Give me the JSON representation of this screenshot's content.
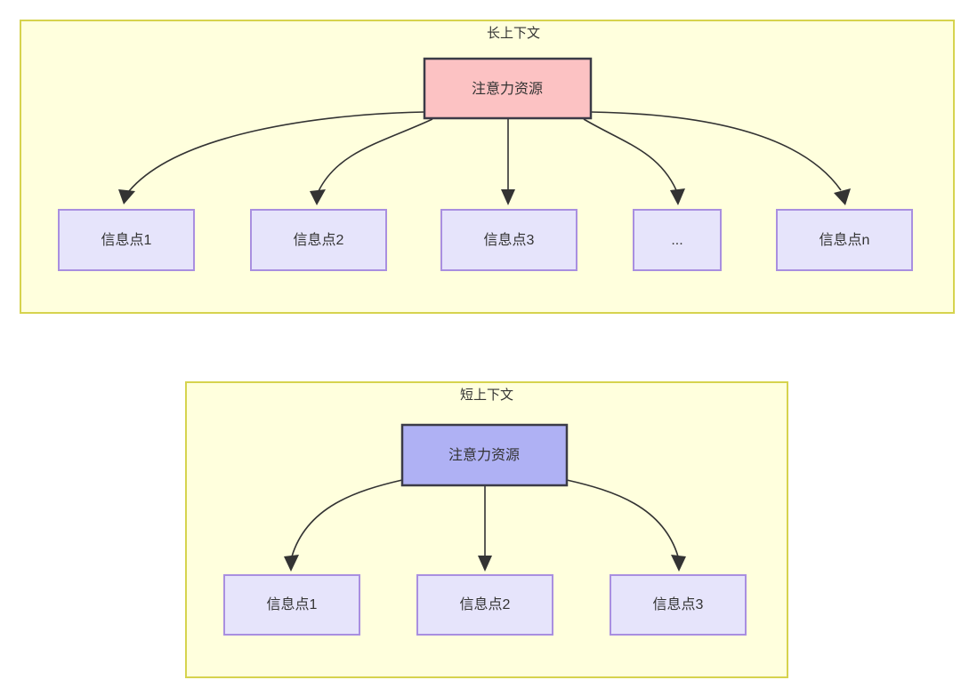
{
  "diagram": {
    "title_long": "长上下文",
    "title_short": "短上下文",
    "panels": [
      {
        "id": "long-context",
        "title": "长上下文",
        "root_label": "注意力资源",
        "root_fill": "#fcc2c3",
        "root_stroke": "#3b3b47",
        "panel_fill": "#ffffdd",
        "panel_stroke": "#d6d34e",
        "leaves": [
          {
            "label": "信息点1"
          },
          {
            "label": "信息点2"
          },
          {
            "label": "信息点3"
          },
          {
            "label": "..."
          },
          {
            "label": "信息点n"
          }
        ]
      },
      {
        "id": "short-context",
        "title": "短上下文",
        "root_label": "注意力资源",
        "root_fill": "#afb1f4",
        "root_stroke": "#3b3b47",
        "panel_fill": "#ffffdd",
        "panel_stroke": "#d6d34e",
        "leaves": [
          {
            "label": "信息点1"
          },
          {
            "label": "信息点2"
          },
          {
            "label": "信息点3"
          }
        ]
      }
    ],
    "leaf_fill": "#e6e4fb",
    "leaf_stroke": "#a98fe0",
    "edge_color": "#333333"
  }
}
